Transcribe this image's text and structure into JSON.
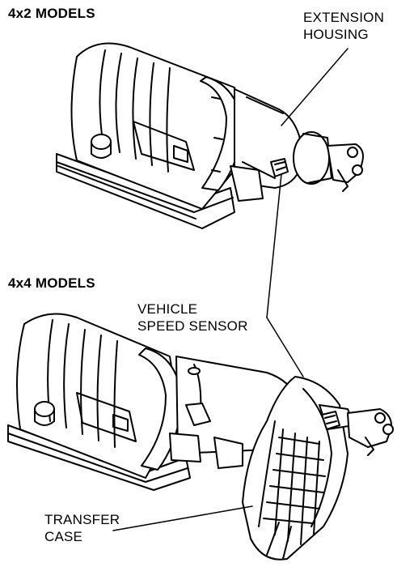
{
  "labels": {
    "model_4x2": "4x2 MODELS",
    "model_4x4": "4x4 MODELS",
    "extension_housing_1": "EXTENSION",
    "extension_housing_2": "HOUSING",
    "vss_1": "VEHICLE",
    "vss_2": "SPEED SENSOR",
    "transfer_case_1": "TRANSFER",
    "transfer_case_2": "CASE"
  },
  "colors": {
    "ink": "#000000",
    "paper": "#ffffff"
  }
}
